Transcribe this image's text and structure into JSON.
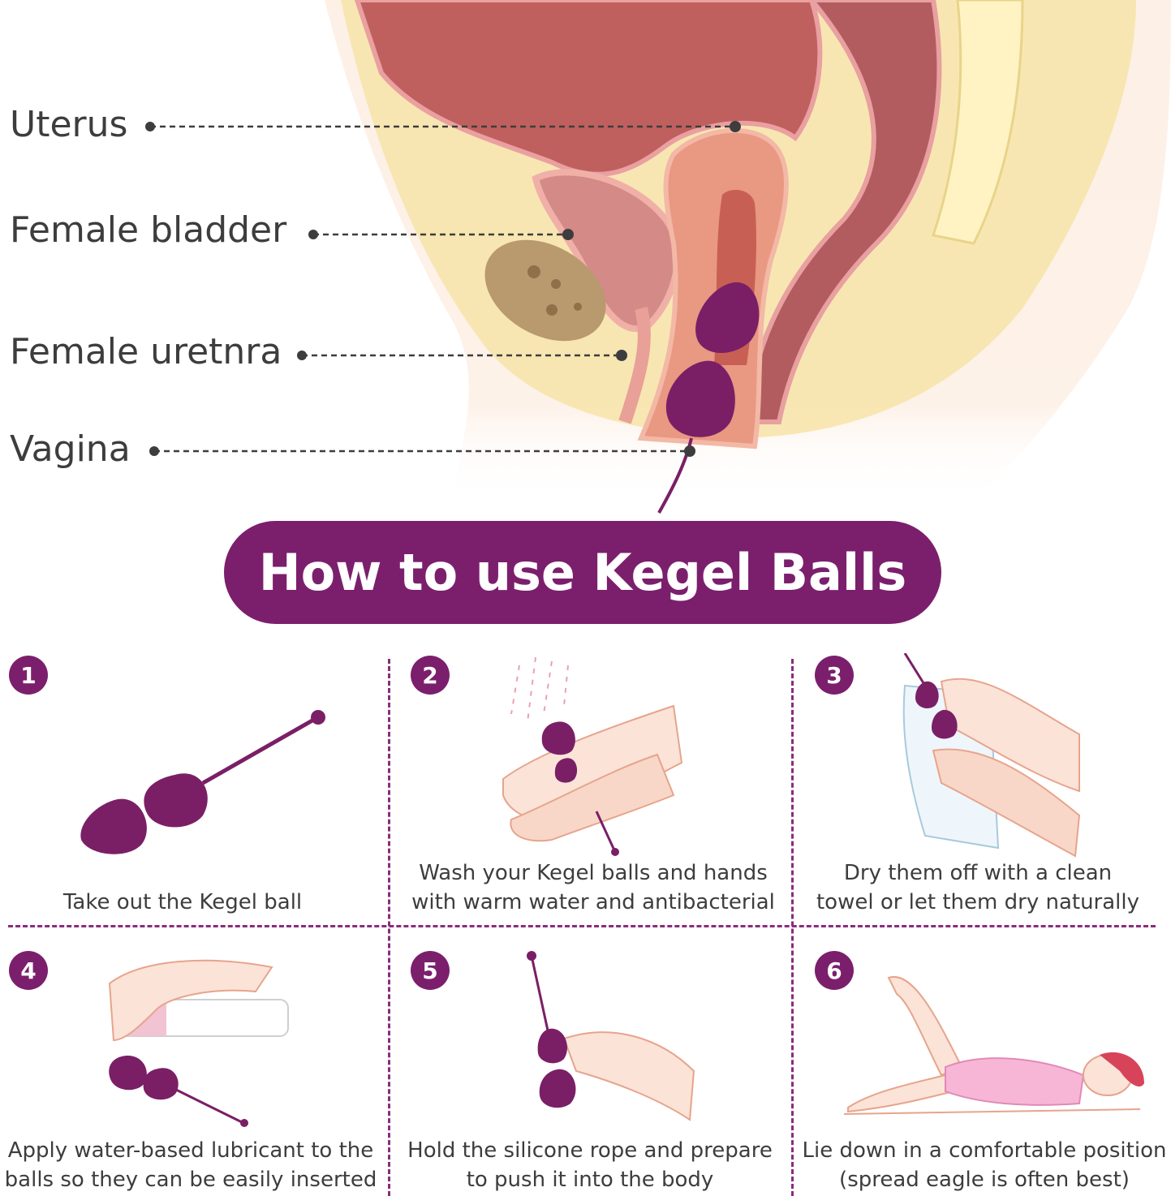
{
  "anatomy": {
    "labels": [
      "Uterus",
      "Female bladder",
      "Female uretnra",
      "Vagina"
    ]
  },
  "title": "How to use Kegel Balls",
  "steps": [
    {
      "number": "1",
      "caption_lines": [
        "Take out the Kegel ball"
      ]
    },
    {
      "number": "2",
      "caption_lines": [
        "Wash your Kegel balls and hands",
        "with warm water and antibacterial"
      ]
    },
    {
      "number": "3",
      "caption_lines": [
        "Dry them off with a clean",
        "towel or let them dry naturally"
      ]
    },
    {
      "number": "4",
      "caption_lines": [
        "Apply water-based lubricant to the",
        "balls so they can be easily inserted"
      ]
    },
    {
      "number": "5",
      "caption_lines": [
        "Hold the silicone rope and prepare",
        "to push it into the body"
      ]
    },
    {
      "number": "6",
      "caption_lines": [
        "Lie down in a comfortable position",
        "(spread eagle is often best)"
      ]
    }
  ],
  "colors": {
    "brand_purple": "#7b1f6d",
    "ball_purple": "#7a1f66",
    "skin": "#f6d9c6",
    "organ_red": "#c0605e",
    "background": "#ffffff"
  }
}
